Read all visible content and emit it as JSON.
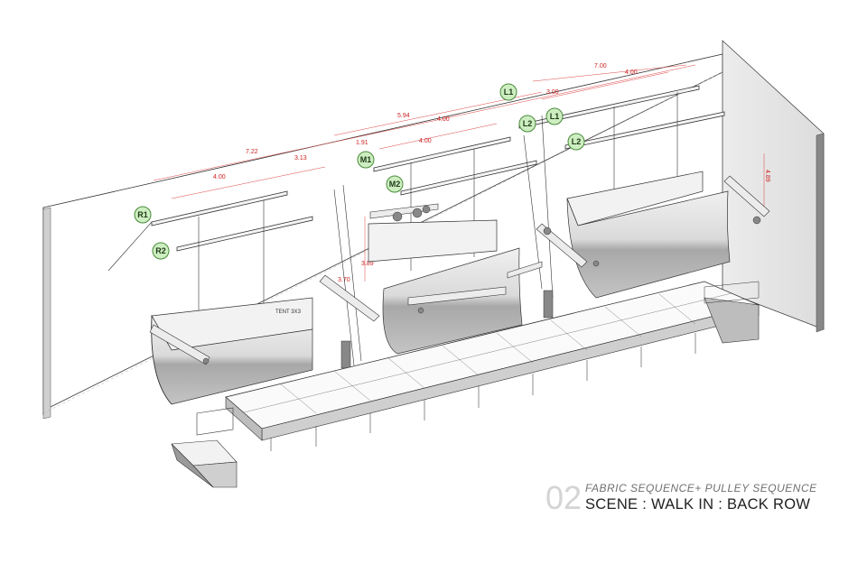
{
  "caption": {
    "number": "02",
    "subtitle": "FABRIC SEQUENCE+ PULLEY SEQUENCE",
    "title": "SCENE : WALK IN : BACK ROW"
  },
  "labels": {
    "tent": "TENT 3X3"
  },
  "dimensions": {
    "d_700": "7.00",
    "d_400_right": "4.00",
    "d_300": "3.00",
    "d_594": "5.94",
    "d_400_mid": "4.00",
    "d_400_mid2": "4.00",
    "d_191": "1.91",
    "d_722": "7.22",
    "d_313": "3.13",
    "d_400_left": "4.00",
    "d_389": "3.89",
    "d_370": "3.70",
    "d_489": "4.89"
  },
  "tags": {
    "l1_top": "L1",
    "l1_right": "L1",
    "l2_right": "L2",
    "l2_mid": "L2",
    "m1": "M1",
    "m2": "M2",
    "r1": "R1",
    "r2": "R2"
  },
  "colors": {
    "tag_fill": "#cdeec0",
    "tag_stroke": "#4a8a3c",
    "dimension": "#cc2222",
    "wall": "#e8e8e8"
  }
}
